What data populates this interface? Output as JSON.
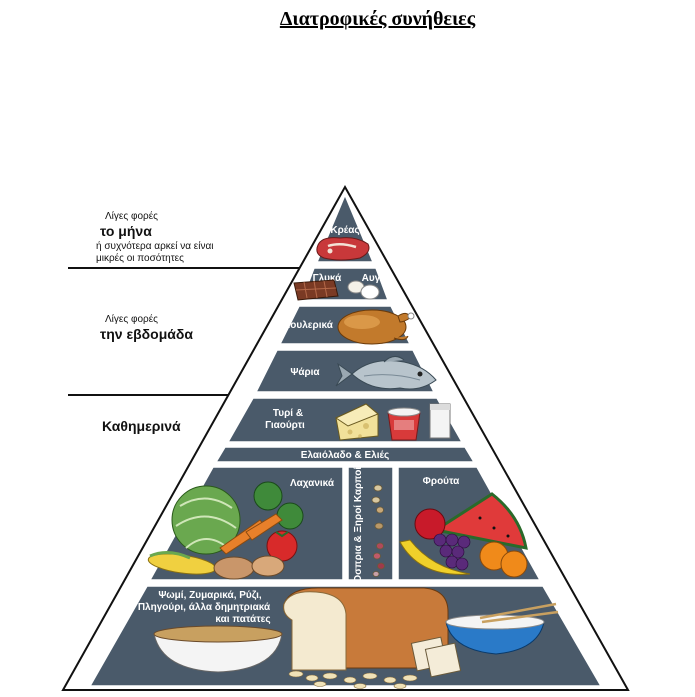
{
  "title": "Διατροφικές συνήθειες",
  "side": {
    "monthly": {
      "line1": "Λίγες φορές",
      "line2": "το μήνα",
      "line3": "ή συχνότερα αρκεί να είναι",
      "line4": "μικρές οι ποσότητες"
    },
    "weekly": {
      "line1": "Λίγες φορές",
      "line2": "την εβδομάδα"
    },
    "daily": {
      "line1": "Καθημερινά"
    }
  },
  "tiers": {
    "meat": "Κρέας",
    "sweets": "Γλυκά",
    "eggs": "Αυγά",
    "poultry": "Πουλερικά",
    "fish": "Ψάρια",
    "dairy_1": "Τυρί &",
    "dairy_2": "Γιαούρτι",
    "oil": "Ελαιόλαδο & Ελιές",
    "vegetables": "Λαχανικά",
    "legumes": "Όσπρια & Ξηροί Καρποί",
    "fruits": "Φρούτα",
    "grains_1": "Ψωμί, Ζυμαρικά, Ρύζι,",
    "grains_2": "Πληγούρι, άλλα δημητριακά",
    "grains_3": "και πατάτες"
  },
  "colors": {
    "tier_fill": "#4a5a6a",
    "tier_border": "#ffffff",
    "outline": "#111111"
  },
  "icons": [
    "steak-icon",
    "chocolate-icon",
    "eggs-icon",
    "chicken-icon",
    "fish-icon",
    "cheese-icon",
    "yogurt-icon",
    "milk-icon",
    "cabbage-icon",
    "corn-icon",
    "carrot-icon",
    "tomato-icon",
    "potato-icon",
    "beans-icon",
    "watermelon-icon",
    "grapes-icon",
    "orange-icon",
    "banana-icon",
    "bread-icon",
    "cereal-bowl-icon",
    "rice-bowl-icon",
    "crackers-icon"
  ]
}
